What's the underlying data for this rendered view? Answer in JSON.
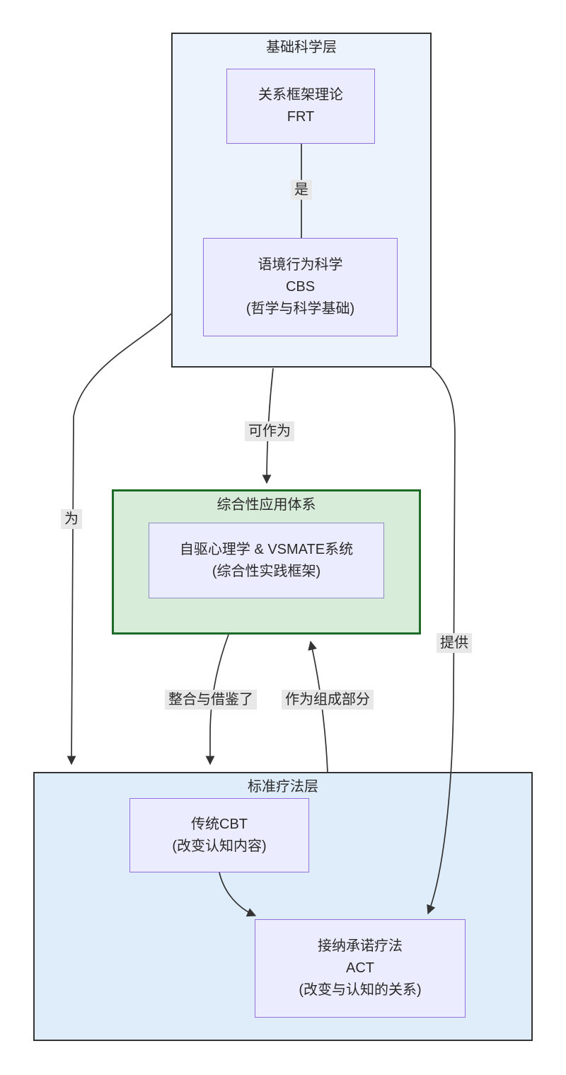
{
  "diagram": {
    "clusters": {
      "foundation": {
        "title": "基础科学层"
      },
      "application": {
        "title": "综合性应用体系"
      },
      "therapy": {
        "title": "标准疗法层"
      }
    },
    "nodes": {
      "frt": {
        "lines": [
          "关系框架理论",
          "FRT"
        ]
      },
      "cbs": {
        "lines": [
          "语境行为科学",
          "CBS",
          "(哲学与科学基础)"
        ]
      },
      "selfdrive": {
        "lines": [
          "自驱心理学 & VSMATE系统",
          "(综合性实践框架)"
        ]
      },
      "cbt": {
        "lines": [
          "传统CBT",
          "(改变认知内容)"
        ]
      },
      "act": {
        "lines": [
          "接纳承诺疗法",
          "ACT",
          "(改变与认知的关系)"
        ]
      }
    },
    "edges": {
      "frt_to_cbs": {
        "label": "是"
      },
      "cbs_to_application": {
        "label": "可作为"
      },
      "foundation_to_therapy": {
        "label": "为"
      },
      "application_to_therapy": {
        "label": "整合与借鉴了"
      },
      "therapy_to_application": {
        "label": "作为组成部分"
      },
      "foundation_to_act": {
        "label": "提供"
      }
    }
  },
  "theme": {
    "cluster-blue-light": "#edf3fc",
    "cluster-blue": "#dfedfb",
    "cluster-border": "#333333",
    "green-fill": "#d8ecda",
    "green-border": "#1d6b27",
    "node-fill": "#ececff",
    "node-border": "#9370db",
    "node-border-muted": "#8d8fc0",
    "edge-color": "#333333",
    "label-bg": "#e8e8e8",
    "text-color": "#2a2a2a"
  }
}
